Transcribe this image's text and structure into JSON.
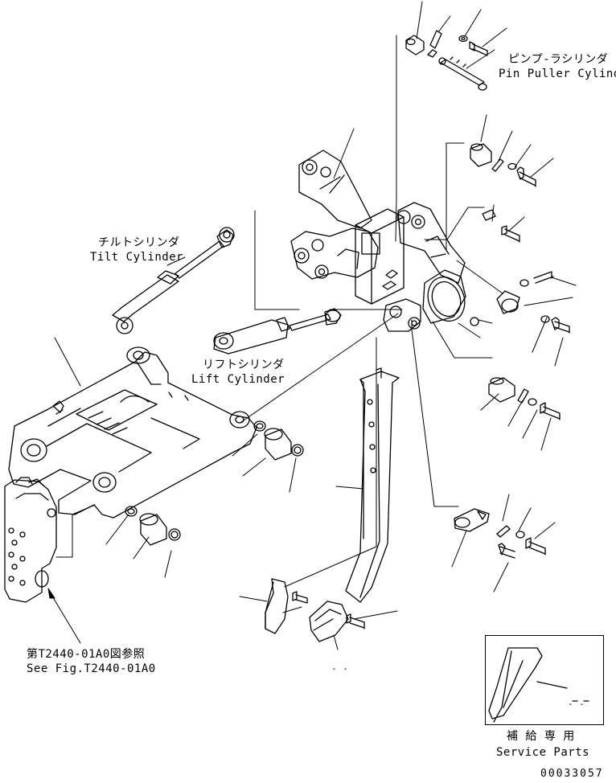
{
  "labels": {
    "pin_puller_jp": "ピンプ-ラシリンダ",
    "pin_puller_en": "Pin Puller Cylinder",
    "tilt_jp": "チルトシリンダ",
    "tilt_en": "Tilt Cylinder",
    "lift_jp": "リフトシリンダ",
    "lift_en": "Lift Cylinder",
    "see_fig_jp": "第T2440-01A0図参照",
    "see_fig_en": "See Fig.T2440-01A0",
    "service_jp": "補 給 専 用",
    "service_en": "Service Parts",
    "drawing_number": "00033057",
    "blank_mark": "- -",
    "blank_mark_2": "- -"
  }
}
